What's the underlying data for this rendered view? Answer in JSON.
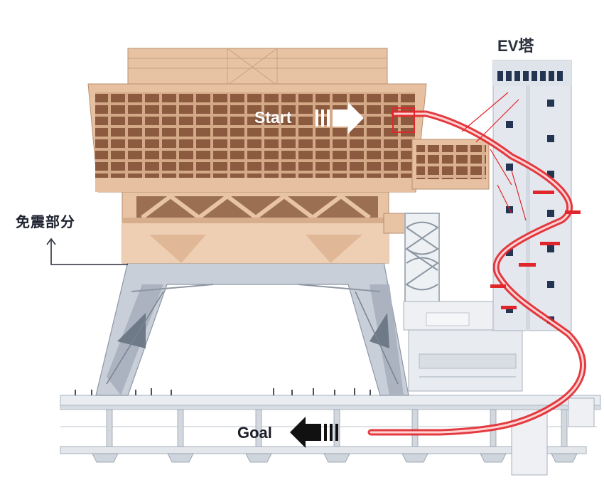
{
  "labels": {
    "ev_tower": "EV塔",
    "seismic_isolation": "免震部分",
    "start": "Start",
    "goal": "Goal"
  },
  "colors": {
    "building_upper": "#e6c0a1",
    "building_frame": "#8a6047",
    "steel_structure": "#c9d0da",
    "slide_red": "#e0262b",
    "tower": "#e4e8ee",
    "window": "#243552"
  }
}
